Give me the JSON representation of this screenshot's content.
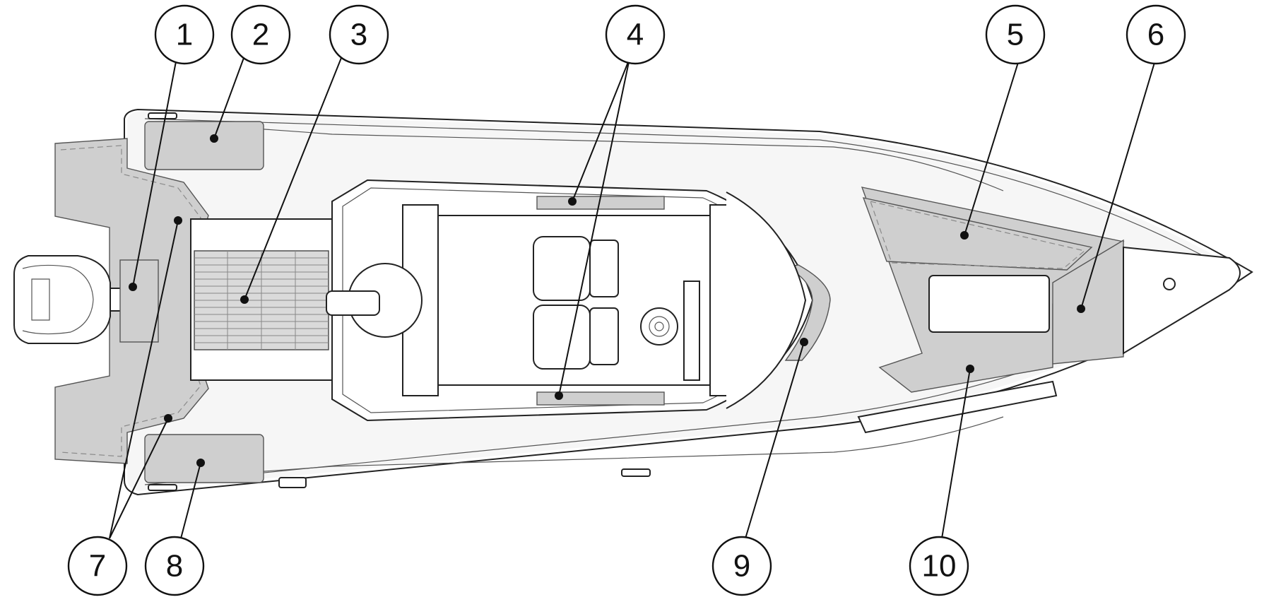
{
  "callouts": [
    {
      "id": "1",
      "label": "1"
    },
    {
      "id": "2",
      "label": "2"
    },
    {
      "id": "3",
      "label": "3"
    },
    {
      "id": "4",
      "label": "4"
    },
    {
      "id": "5",
      "label": "5"
    },
    {
      "id": "6",
      "label": "6"
    },
    {
      "id": "7",
      "label": "7"
    },
    {
      "id": "8",
      "label": "8"
    },
    {
      "id": "9",
      "label": "9"
    },
    {
      "id": "10",
      "label": "10"
    }
  ],
  "colors": {
    "line": "#111111",
    "pad": "#cfcfcf",
    "deck": "#f6f6f6",
    "background": "#ffffff"
  },
  "icons": [
    "outboard-engine-icon",
    "steering-wheel-icon",
    "seat-icon",
    "cleat-icon"
  ]
}
